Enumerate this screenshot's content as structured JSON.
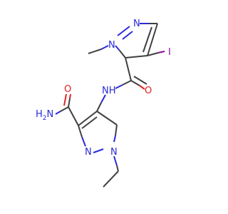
{
  "molecule": {
    "colors": {
      "carbon": "#404040",
      "nitrogen": "#2a2ad8",
      "oxygen": "#e02020",
      "iodine": "#8a0b94",
      "background": "#ffffff"
    },
    "labels": {
      "n_ring1_top": "N",
      "n_ring1_methyl": "N",
      "iodine": "I",
      "amide_nh": "NH",
      "amide_o_upper": "O",
      "amide_o_lower": "O",
      "nh2": "H2N",
      "n_ring2_ethyl": "N",
      "n_ring2_bottom": "N"
    }
  }
}
